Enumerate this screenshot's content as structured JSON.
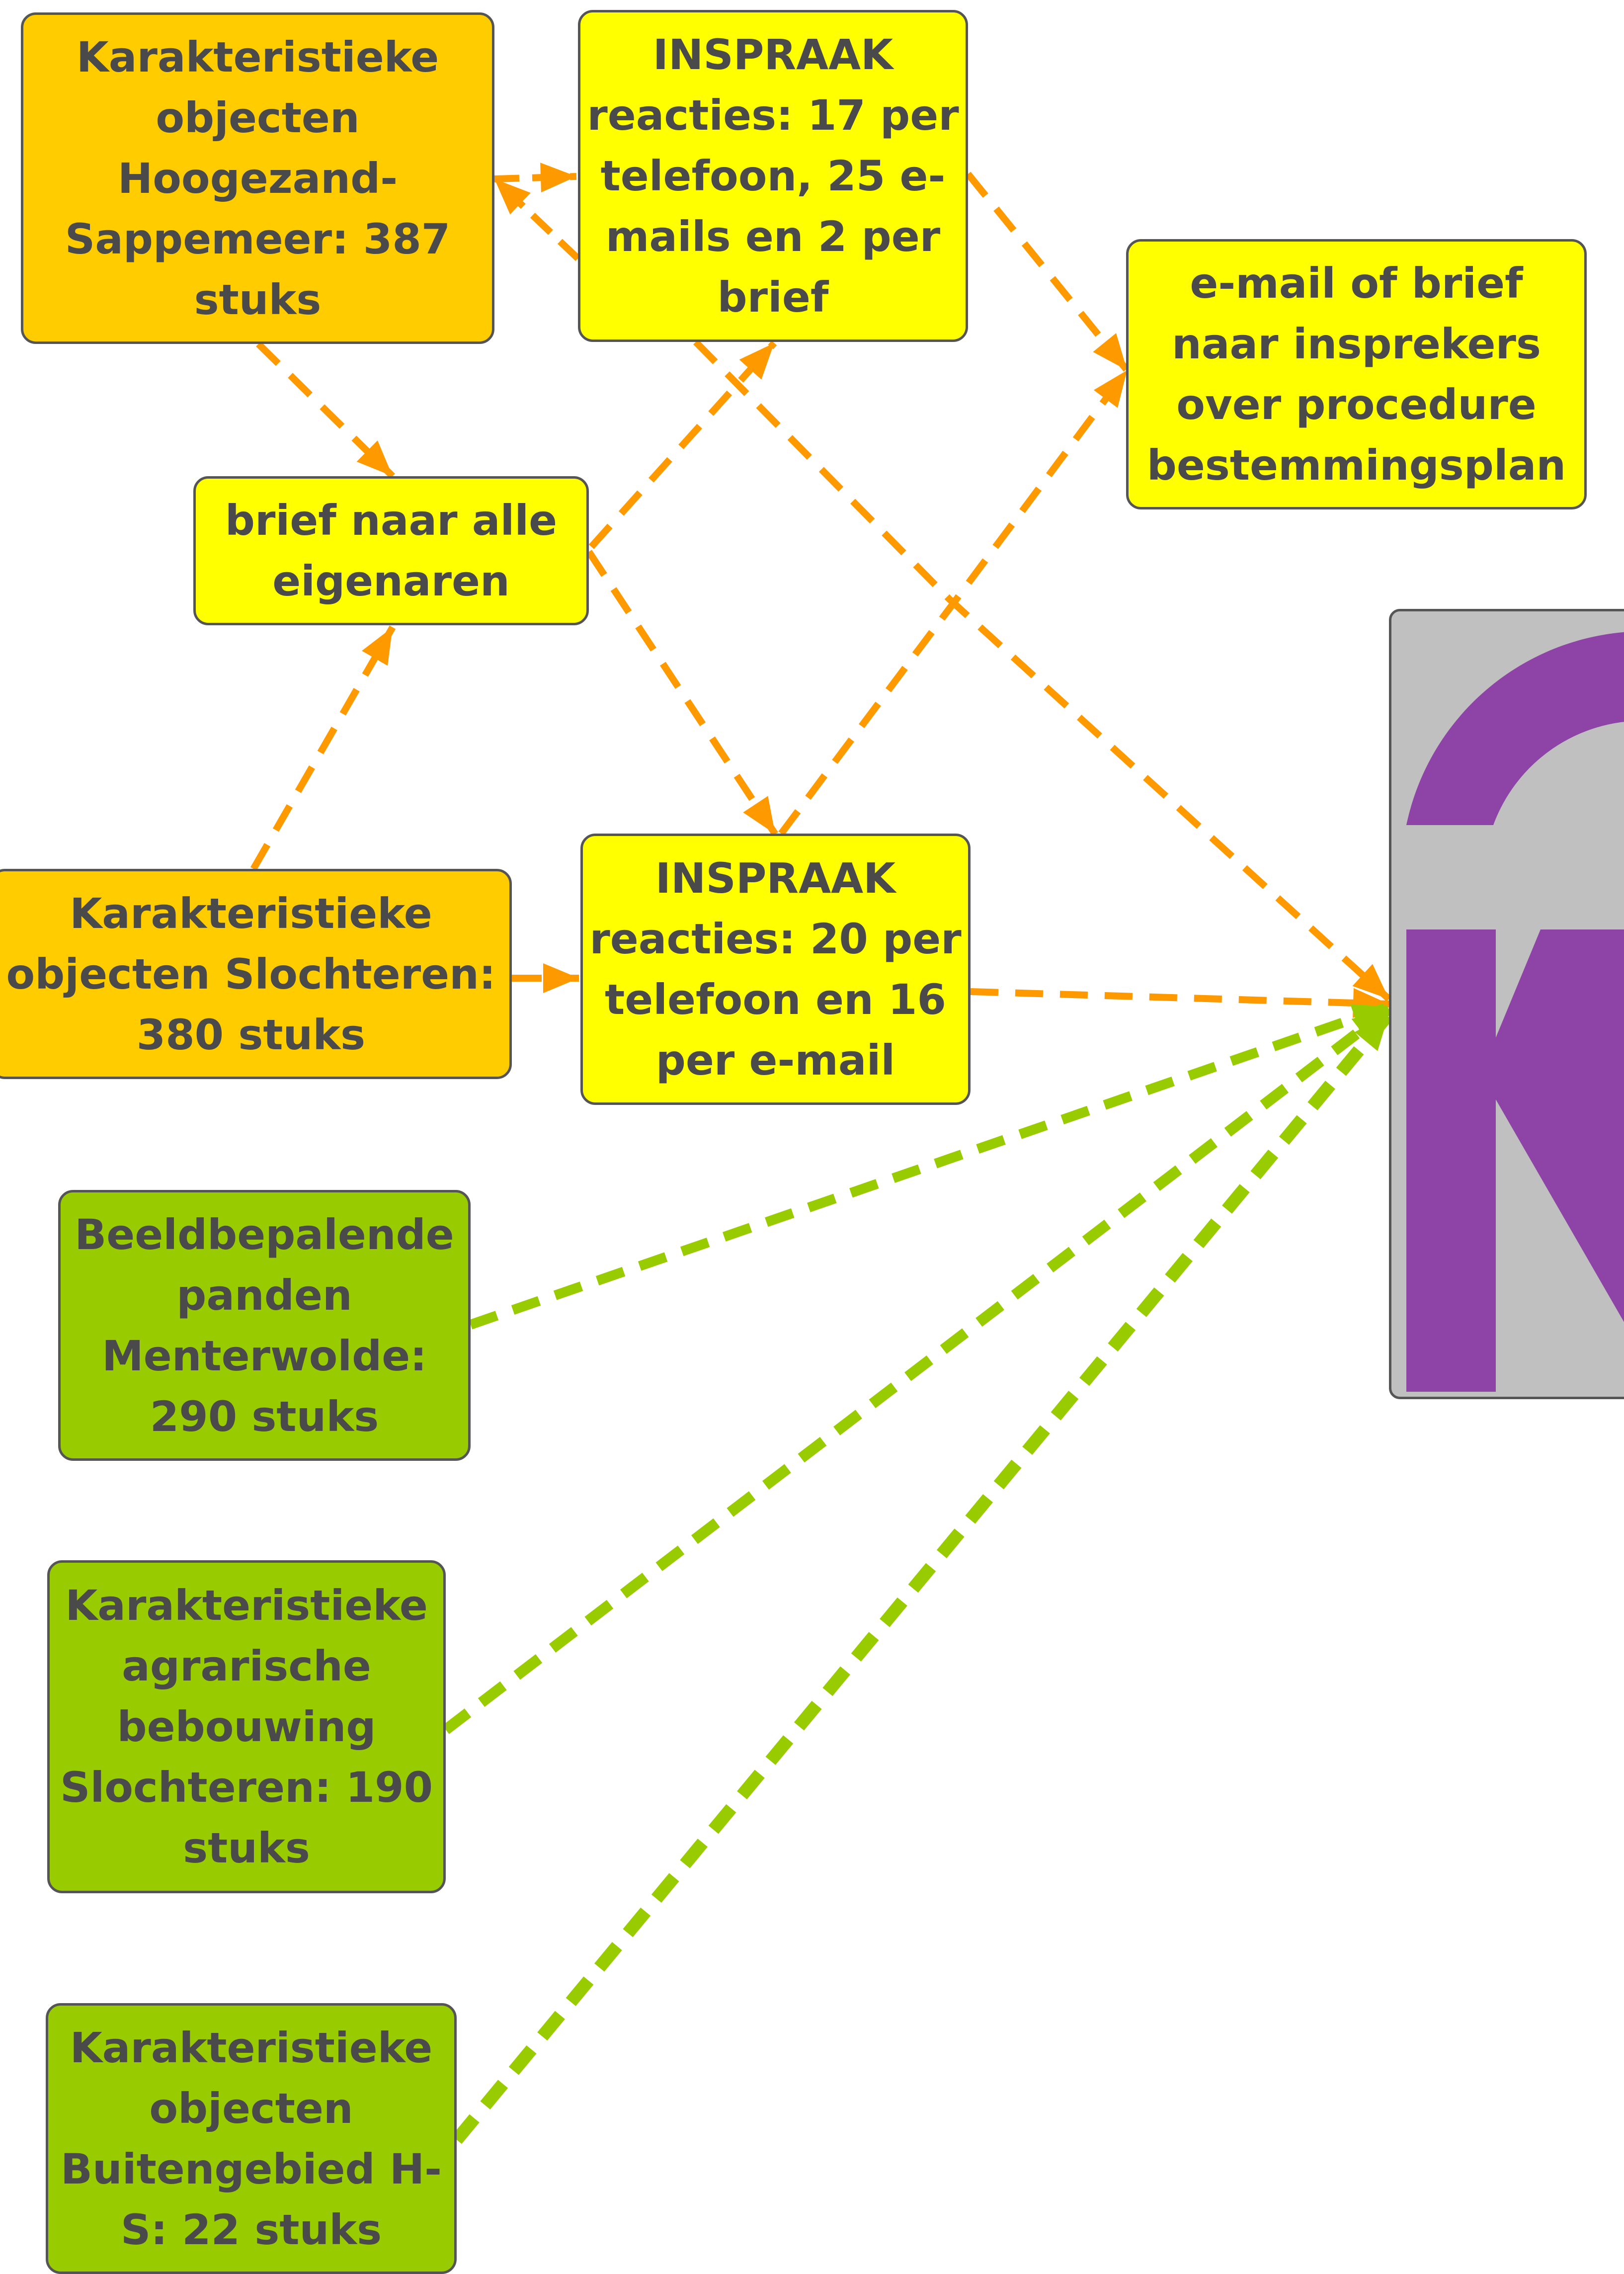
{
  "diagram": {
    "colors": {
      "orange_node": "#ffcc00",
      "yellow_node": "#ffff00",
      "green_node": "#99cc00",
      "orange_edge": "#ff9900",
      "green_edge": "#99cc00",
      "logo_background": "#c0c0c0",
      "logo_purple": "#8e44a6"
    },
    "nodes": {
      "hs_objects": "Karakteristieke\nobjecten\nHoogezand-\nSappemeer: 387\nstuks",
      "inspraak_hs": "INSPRAAK\nreacties: 17 per\ntelefoon, 25 e-\nmails en 2 per\nbrief",
      "email_brief": "e-mail of brief\nnaar insprekers\nover procedure\nbestemmingsplan",
      "brief_eigenaren": "brief naar alle\neigenaren",
      "slochteren_objects": "Karakteristieke\nobjecten Slochteren:\n380 stuks",
      "inspraak_sl": "INSPRAAK\nreacties: 20 per\ntelefoon en 16\nper e-mail",
      "menterwolde": "Beeldbepalende\npanden\nMenterwolde:\n290 stuks",
      "agrarisch": "Karakteristieke\nagrarische\nbebouwing\nSlochteren: 190\nstuks",
      "buitengebied": "Karakteristieke\nobjecten\nBuitengebied H-\nS: 22 stuks"
    },
    "logo": {
      "icon": "purple-letter-logo-icon"
    },
    "edges": [
      {
        "from": "hs_objects",
        "to": "inspraak_hs",
        "color": "orange"
      },
      {
        "from": "inspraak_hs",
        "to": "hs_objects",
        "color": "orange"
      },
      {
        "from": "hs_objects",
        "to": "brief_eigenaren",
        "color": "orange"
      },
      {
        "from": "inspraak_hs",
        "to": "email_brief",
        "color": "orange"
      },
      {
        "from": "inspraak_hs",
        "to": "logo",
        "color": "orange"
      },
      {
        "from": "brief_eigenaren",
        "to": "inspraak_hs",
        "color": "orange"
      },
      {
        "from": "brief_eigenaren",
        "to": "inspraak_sl",
        "color": "orange"
      },
      {
        "from": "slochteren_objects",
        "to": "brief_eigenaren",
        "color": "orange"
      },
      {
        "from": "slochteren_objects",
        "to": "inspraak_sl",
        "color": "orange"
      },
      {
        "from": "inspraak_sl",
        "to": "email_brief",
        "color": "orange"
      },
      {
        "from": "inspraak_sl",
        "to": "logo",
        "color": "orange"
      },
      {
        "from": "menterwolde",
        "to": "logo",
        "color": "green"
      },
      {
        "from": "agrarisch",
        "to": "logo",
        "color": "green"
      },
      {
        "from": "buitengebied",
        "to": "logo",
        "color": "green"
      }
    ]
  }
}
